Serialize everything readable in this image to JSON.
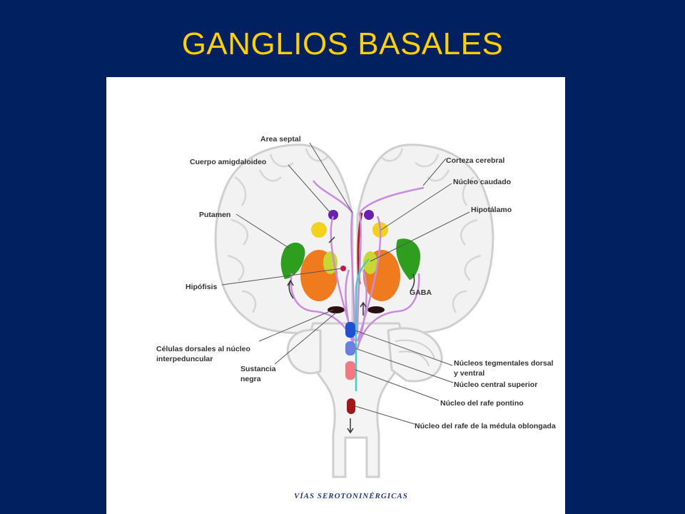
{
  "slide": {
    "title": "GANGLIOS BASALES"
  },
  "diagram": {
    "labels": {
      "area_septal": "Area septal",
      "cuerpo_amigdaloideo": "Cuerpo amigdaloideo",
      "putamen": "Putamen",
      "hipofisis": "Hipófisis",
      "celulas_dorsales_1": "Células dorsales al núcleo",
      "celulas_dorsales_2": "interpeduncular",
      "sustancia_negra_1": "Sustancia",
      "sustancia_negra_2": "negra",
      "corteza_cerebral": "Corteza cerebral",
      "nucleo_caudado": "Núcleo caudado",
      "hipotalamo": "Hipotálamo",
      "gaba": "GABA",
      "nucleos_tegmentales_1": "Núcleos tegmentales dorsal",
      "nucleos_tegmentales_2": "y ventral",
      "nucleo_central_superior": "Núcleo central superior",
      "nucleo_rafe_pontino": "Núcleo del rafe pontino",
      "nucleo_rafe_medula": "Núcleo del rafe de la médula oblongada"
    },
    "caption": "VÍAS SEROTONINÉRGICAS",
    "colors": {
      "putamen": "#2E9E1F",
      "caudate": "#F2D21A",
      "thalamus": "#F07A1E",
      "amygdala": "#6A1FB0",
      "pathway": "#C98BE0",
      "substantia": "#2A1010",
      "tegmental": "#2050D0",
      "central_superior": "#6A7FE0",
      "raphe_pontine": "#F07A80",
      "raphe_medulla": "#A01818",
      "septal": "#B02020",
      "teal_path": "#40D0C0"
    }
  }
}
